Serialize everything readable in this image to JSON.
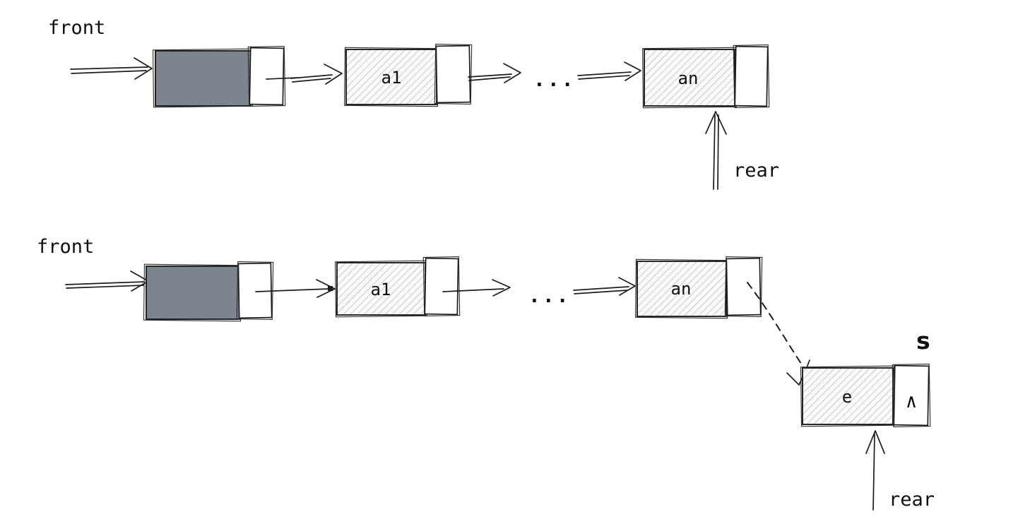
{
  "colors": {
    "background": "#ffffff",
    "head_node_fill": "#7c858d",
    "ink": "#1c1c1c",
    "hatch_line": "#a8a8a8"
  },
  "top": {
    "front_label": "front",
    "rear_label": "rear",
    "ellipsis": "...",
    "nodes": {
      "a1": "a1",
      "an": "an"
    }
  },
  "bottom": {
    "front_label": "front",
    "rear_label": "rear",
    "ellipsis": "...",
    "s_label": "s",
    "null_symbol": "∧",
    "nodes": {
      "a1": "a1",
      "an": "an",
      "e": "e"
    }
  }
}
